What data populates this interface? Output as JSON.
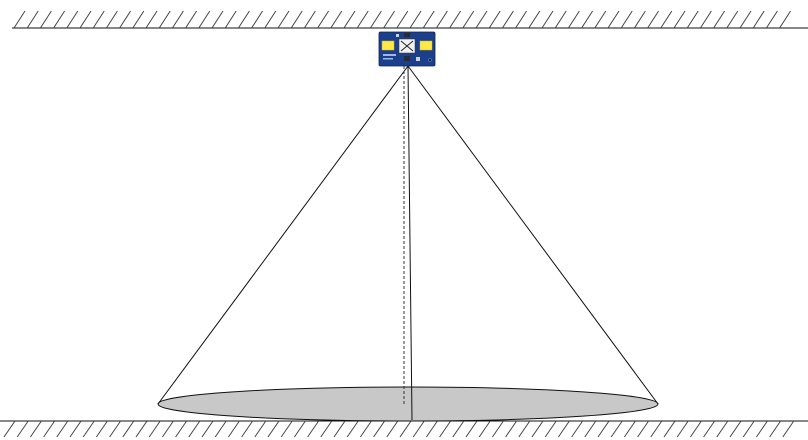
{
  "diagram": {
    "elements": [
      {
        "name": "ceiling",
        "style": "hatched-line"
      },
      {
        "name": "sensor-board",
        "icon": "pcb-board-icon"
      },
      {
        "name": "detection-cone",
        "style": "outline"
      },
      {
        "name": "center-axis",
        "style": "dashed-line"
      },
      {
        "name": "coverage-ellipse",
        "fill": "#c8c8c8"
      },
      {
        "name": "floor",
        "style": "hatched-line"
      }
    ],
    "colors": {
      "line": "#111111",
      "hatch": "#444444",
      "coverage_fill": "#c8c8c8",
      "board_blue": "#1c3f8c",
      "board_led": "#ffe94a",
      "board_chip": "#f2f2f2"
    }
  }
}
